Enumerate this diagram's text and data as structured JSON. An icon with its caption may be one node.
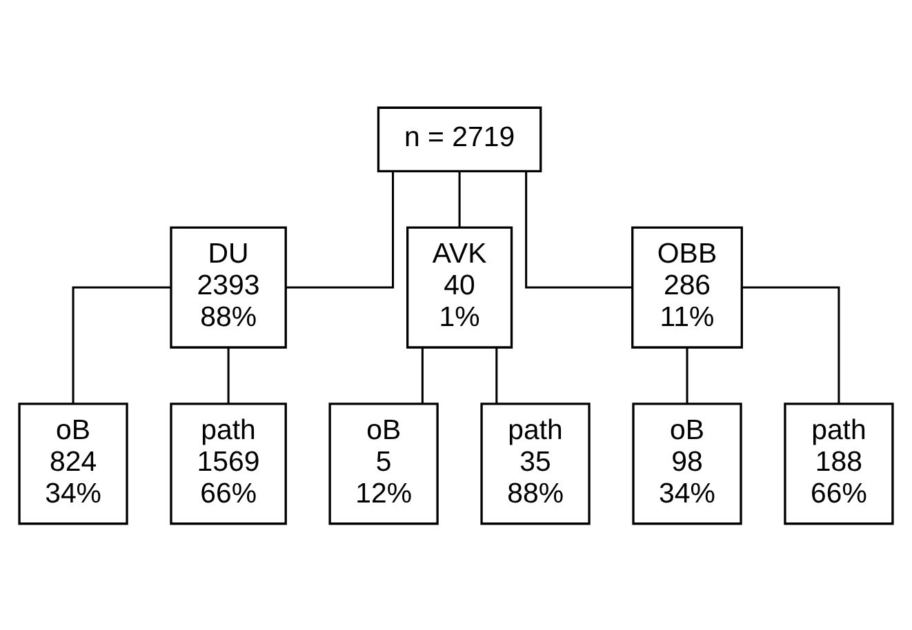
{
  "diagram": {
    "nodes": [
      {
        "text": [
          "n = 2719"
        ]
      },
      {
        "text": [
          "DU",
          "2393",
          "88%"
        ]
      },
      {
        "text": [
          "AVK",
          "40",
          "1%"
        ]
      },
      {
        "text": [
          "OBB",
          "286",
          "11%"
        ]
      },
      {
        "text": [
          "oB",
          "824",
          "34%"
        ]
      },
      {
        "text": [
          "path",
          "1569",
          "66%"
        ]
      },
      {
        "text": [
          "oB",
          "5",
          "12%"
        ]
      },
      {
        "text": [
          "path",
          "35",
          "88%"
        ]
      },
      {
        "text": [
          "oB",
          "98",
          "34%"
        ]
      },
      {
        "text": [
          "path",
          "188",
          "66%"
        ]
      }
    ],
    "edges": [
      {
        "from": 0,
        "to": 1,
        "arrow": "none"
      },
      {
        "from": 0,
        "to": 2,
        "arrow": "none"
      },
      {
        "from": 0,
        "to": 3,
        "arrow": "none"
      },
      {
        "from": 1,
        "to": 4,
        "arrow": "none"
      },
      {
        "from": 1,
        "to": 5,
        "arrow": "none"
      },
      {
        "from": 2,
        "to": 6,
        "arrow": "none"
      },
      {
        "from": 2,
        "to": 7,
        "arrow": "none"
      },
      {
        "from": 3,
        "to": 8,
        "arrow": "none"
      },
      {
        "from": 3,
        "to": 9,
        "arrow": "none"
      }
    ]
  }
}
